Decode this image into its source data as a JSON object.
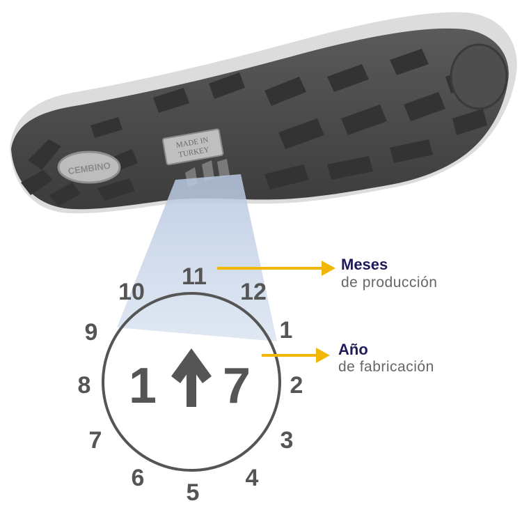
{
  "dial": {
    "numbers": [
      "1",
      "2",
      "3",
      "4",
      "5",
      "6",
      "7",
      "8",
      "9",
      "10",
      "11",
      "12"
    ],
    "year_left": "1",
    "year_right": "7"
  },
  "callouts": {
    "months": {
      "title": "Meses",
      "subtitle": "de producción"
    },
    "year": {
      "title": "Año",
      "subtitle": "de fabricación"
    }
  },
  "sole": {
    "heel_badge": "CEMBINO",
    "plate_line1": "MADE IN",
    "plate_line2": "TURKEY"
  },
  "colors": {
    "number_gray": "#555555",
    "ring_gray": "#555555",
    "arrow_yellow": "#f2b705",
    "title_navy": "#1f1a5a",
    "cone_blue": "#c9d6ea",
    "sole_dark": "#4a4a4a",
    "sole_edge": "#d9d9d9"
  }
}
